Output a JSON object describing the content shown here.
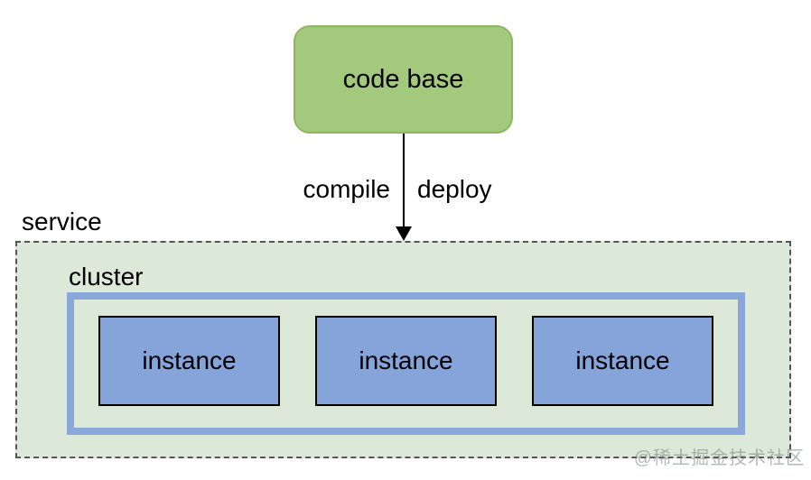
{
  "diagram": {
    "nodes": {
      "code_base": {
        "label": "code base"
      },
      "service": {
        "label": "service"
      },
      "cluster": {
        "label": "cluster"
      },
      "instances": [
        "instance",
        "instance",
        "instance"
      ]
    },
    "edge": {
      "left_label": "compile",
      "right_label": "deploy"
    },
    "watermark": "@稀土掘金技术社区",
    "colors": {
      "code_base_fill": "#a3c97c",
      "code_base_border": "#8ab75e",
      "service_fill": "#dce8d8",
      "service_border": "#555555",
      "cluster_border": "#8aa7d9",
      "instance_fill": "#85a4d9",
      "instance_border": "#000000",
      "arrow": "#000000",
      "text": "#000000",
      "watermark": "#78827d"
    }
  }
}
